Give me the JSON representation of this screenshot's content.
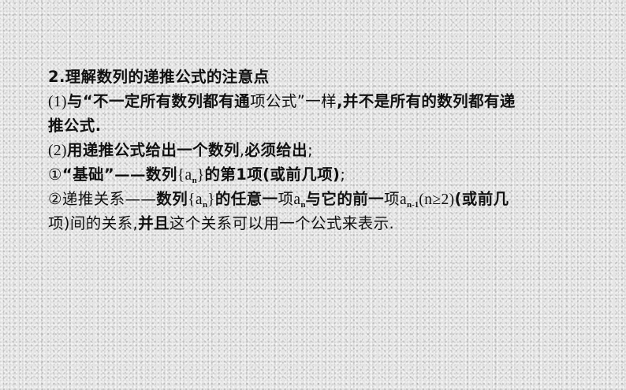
{
  "slide": {
    "heading": "2.理解数列的递推公式的注意点",
    "point1": {
      "label": "(1)",
      "text_a": "与“不一定所有数列都有通",
      "text_b": "项公式”一样",
      "text_c": ",并不是所有的数列都有递",
      "text_d": "推公式."
    },
    "point2": {
      "label": "(2)",
      "text_a": "用递推公式给出一个数列",
      "text_b": ",",
      "text_c": "必须给出",
      "text_d": ";"
    },
    "item1": {
      "marker": "①",
      "text_a": "“基础”——数列",
      "seq_open": "{a",
      "seq_sub": "n",
      "seq_close": "}",
      "text_b": "的第1项",
      "text_c": "(或前几项)",
      "text_d": ";"
    },
    "item2": {
      "marker": "②",
      "text_a": "递推关系——",
      "text_b": "数列",
      "seq_open": "{a",
      "seq_sub": "n",
      "seq_close": "}",
      "text_c": "的任意一",
      "text_d": "项",
      "term_a": "a",
      "term_a_sub": "n",
      "text_e": "与它的前一",
      "text_f": "项",
      "term_b": "a",
      "term_b_sub": "n-1",
      "cond": "(n≥2)",
      "text_g": "(或前几",
      "text_h": "项)间的关系,",
      "text_i": "并且",
      "text_j": "这个关系可以用一个公式来表示."
    }
  }
}
